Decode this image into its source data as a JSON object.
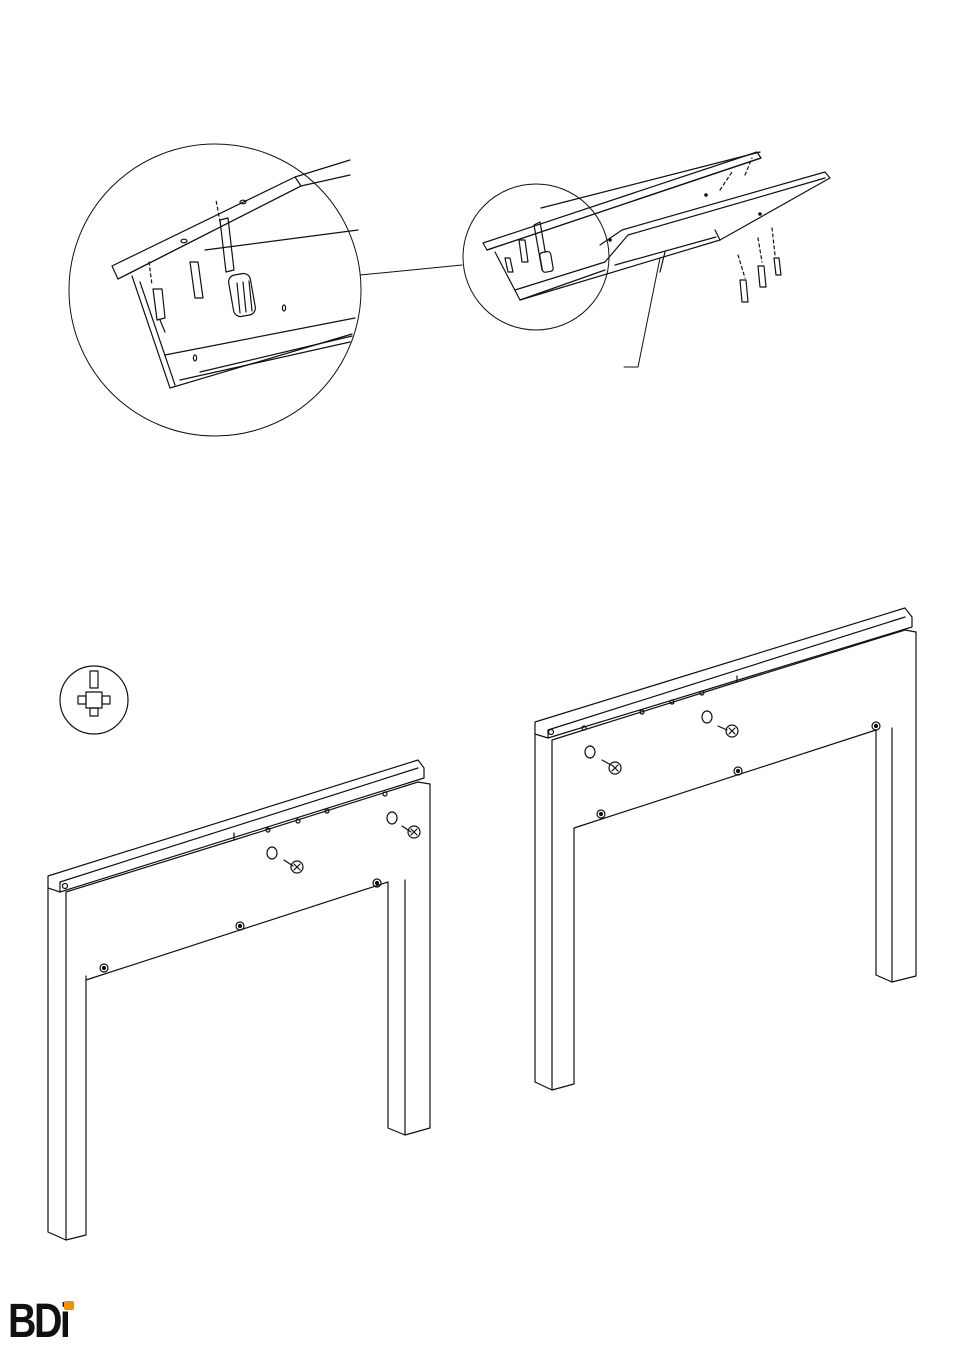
{
  "document": {
    "brand": {
      "logo_text": "BDi",
      "dot_color": "#f29100",
      "text_color": "#111111"
    },
    "line_color": "#111111",
    "illustrations": [
      {
        "id": "step-top",
        "items": [
          "detail-magnifier-circle",
          "cabinet-top-panel",
          "hardware-pins",
          "screwdriver"
        ]
      },
      {
        "id": "step-bottom",
        "items": [
          "phillips-screwdriver-tool-icon",
          "left-frame-panel",
          "right-frame-panel",
          "cam-locks"
        ]
      }
    ]
  }
}
